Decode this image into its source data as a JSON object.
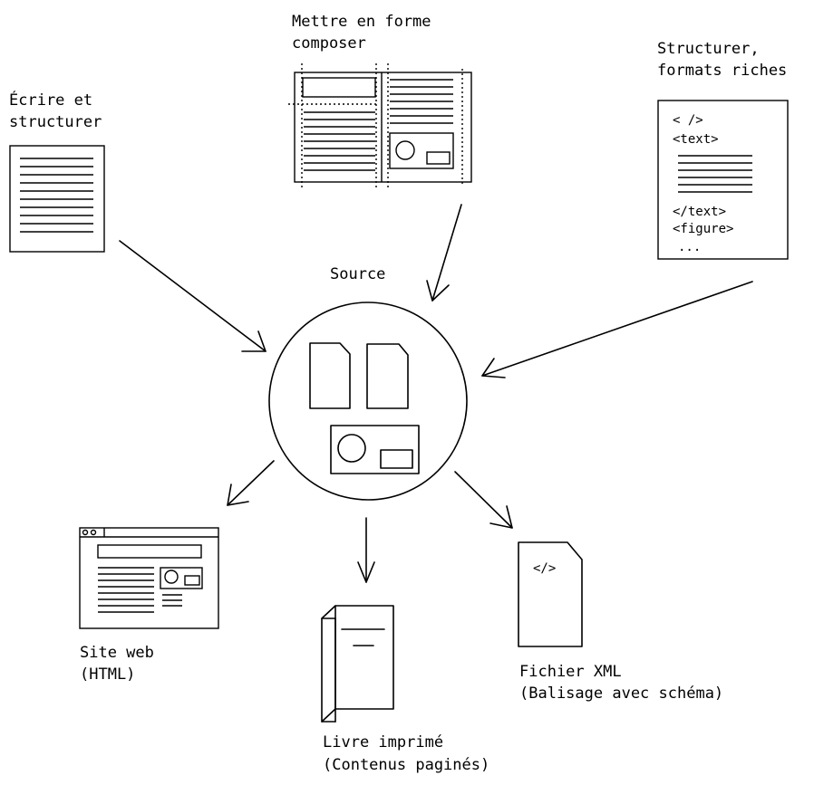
{
  "labels": {
    "ecrire_line1": "Écrire et",
    "ecrire_line2": "structurer",
    "mettre_line1": "Mettre en forme",
    "mettre_line2": "composer",
    "structurer_line1": "Structurer,",
    "structurer_line2": "formats riches",
    "source": "Source",
    "site_line1": "Site web",
    "site_line2": "(HTML)",
    "livre_line1": "Livre imprimé",
    "livre_line2": "(Contenus paginés)",
    "xml_line1": "Fichier XML",
    "xml_line2": "(Balisage avec schéma)"
  },
  "xml_doc": {
    "tag_empty": "< />",
    "tag_text_open": "<text>",
    "tag_text_close": "</text>",
    "tag_figure": "<figure>",
    "ellipsis": "..."
  },
  "xml_file_icon_text": "</>",
  "icons": [
    "document-lines-icon",
    "page-layout-icon",
    "xml-document-icon",
    "source-circle-icon",
    "browser-window-icon",
    "book-icon",
    "xml-file-icon"
  ]
}
